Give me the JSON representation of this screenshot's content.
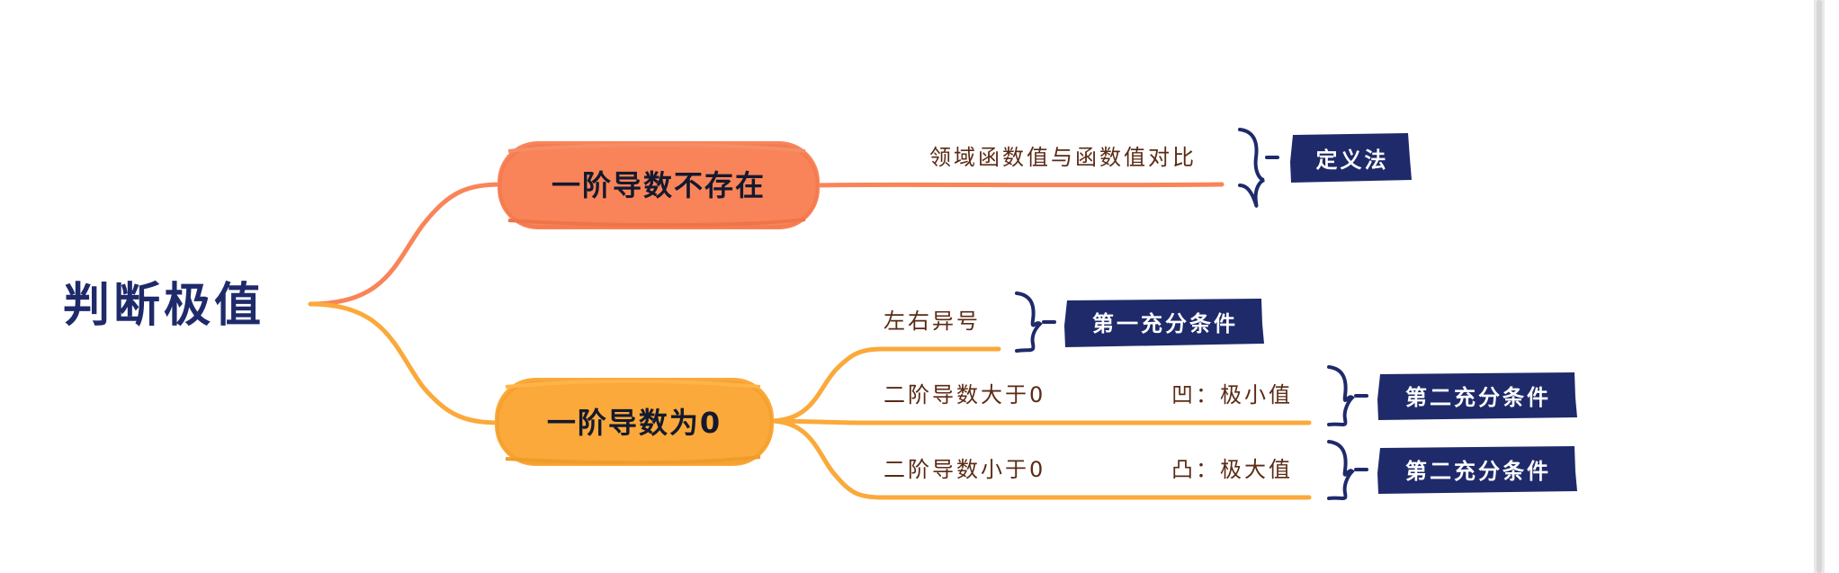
{
  "root": {
    "label": "判断极值"
  },
  "branches": [
    {
      "label": "一阶导数不存在",
      "color": "#f98459",
      "children": [
        {
          "label": "领域函数值与函数值对比",
          "tag": "定义法"
        }
      ]
    },
    {
      "label": "一阶导数为0",
      "color": "#fba93a",
      "children": [
        {
          "label": "左右异号",
          "tag": "第一充分条件"
        },
        {
          "label": "二阶导数大于0",
          "result": "凹：极小值",
          "tag": "第二充分条件"
        },
        {
          "label": "二阶导数小于0",
          "result": "凸：极大值",
          "tag": "第二充分条件"
        }
      ]
    }
  ],
  "colors": {
    "root_text": "#1f2a6b",
    "tag_bg": "#1f2a6b",
    "bracket": "#1f2a6b",
    "leaf_text": "#5a2a14"
  }
}
